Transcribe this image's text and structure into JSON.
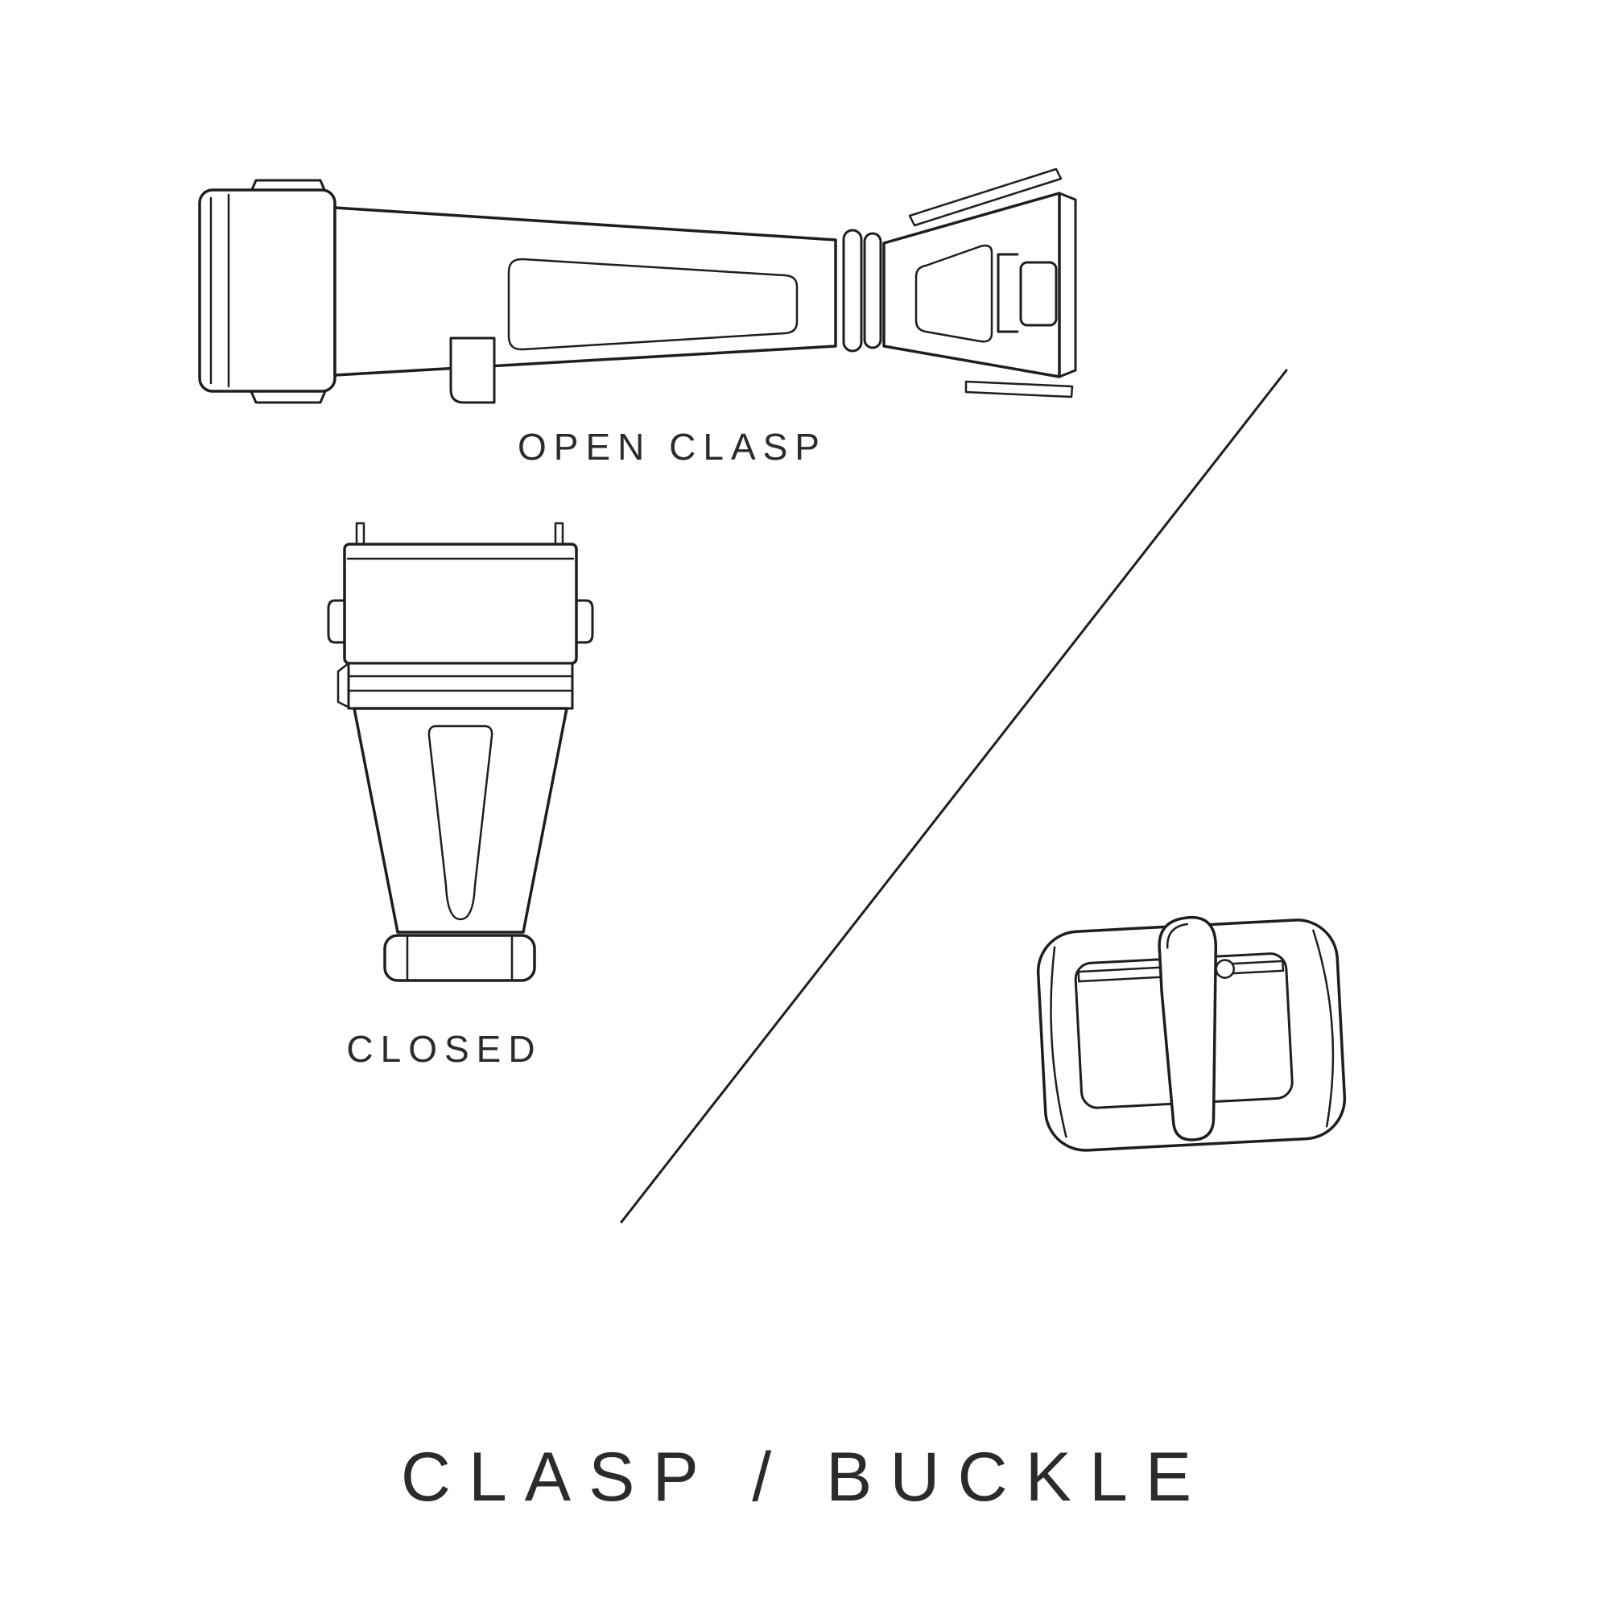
{
  "colors": {
    "background": "#ffffff",
    "line": "#1e1e1e",
    "text": "#2b2b2b"
  },
  "labels": {
    "open_clasp": "OPEN CLASP",
    "closed": "CLOSED"
  },
  "title": "CLASP / BUCKLE",
  "illustrations": {
    "open_clasp": "open-clasp-illustration",
    "closed_clasp": "closed-clasp-illustration",
    "buckle": "tang-buckle-illustration",
    "divider": "diagonal-divider-line"
  }
}
